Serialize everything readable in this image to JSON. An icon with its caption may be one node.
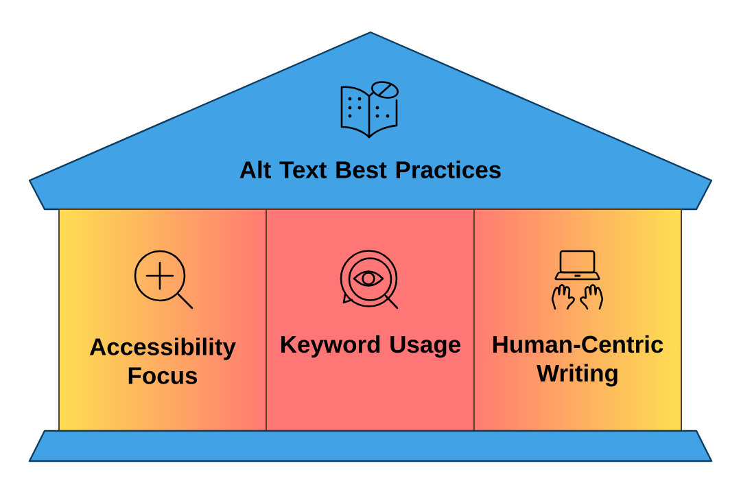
{
  "diagram": {
    "nodes": [
      {
        "text": [
          "Alt Text Best Practices"
        ]
      },
      {
        "text": [
          "Accessibility Focus"
        ]
      },
      {
        "text": [
          "Keyword Usage"
        ]
      },
      {
        "text": [
          "Human-Centric Writing"
        ]
      },
      {
        "text": [],
        "shape": "bar"
      }
    ]
  }
}
